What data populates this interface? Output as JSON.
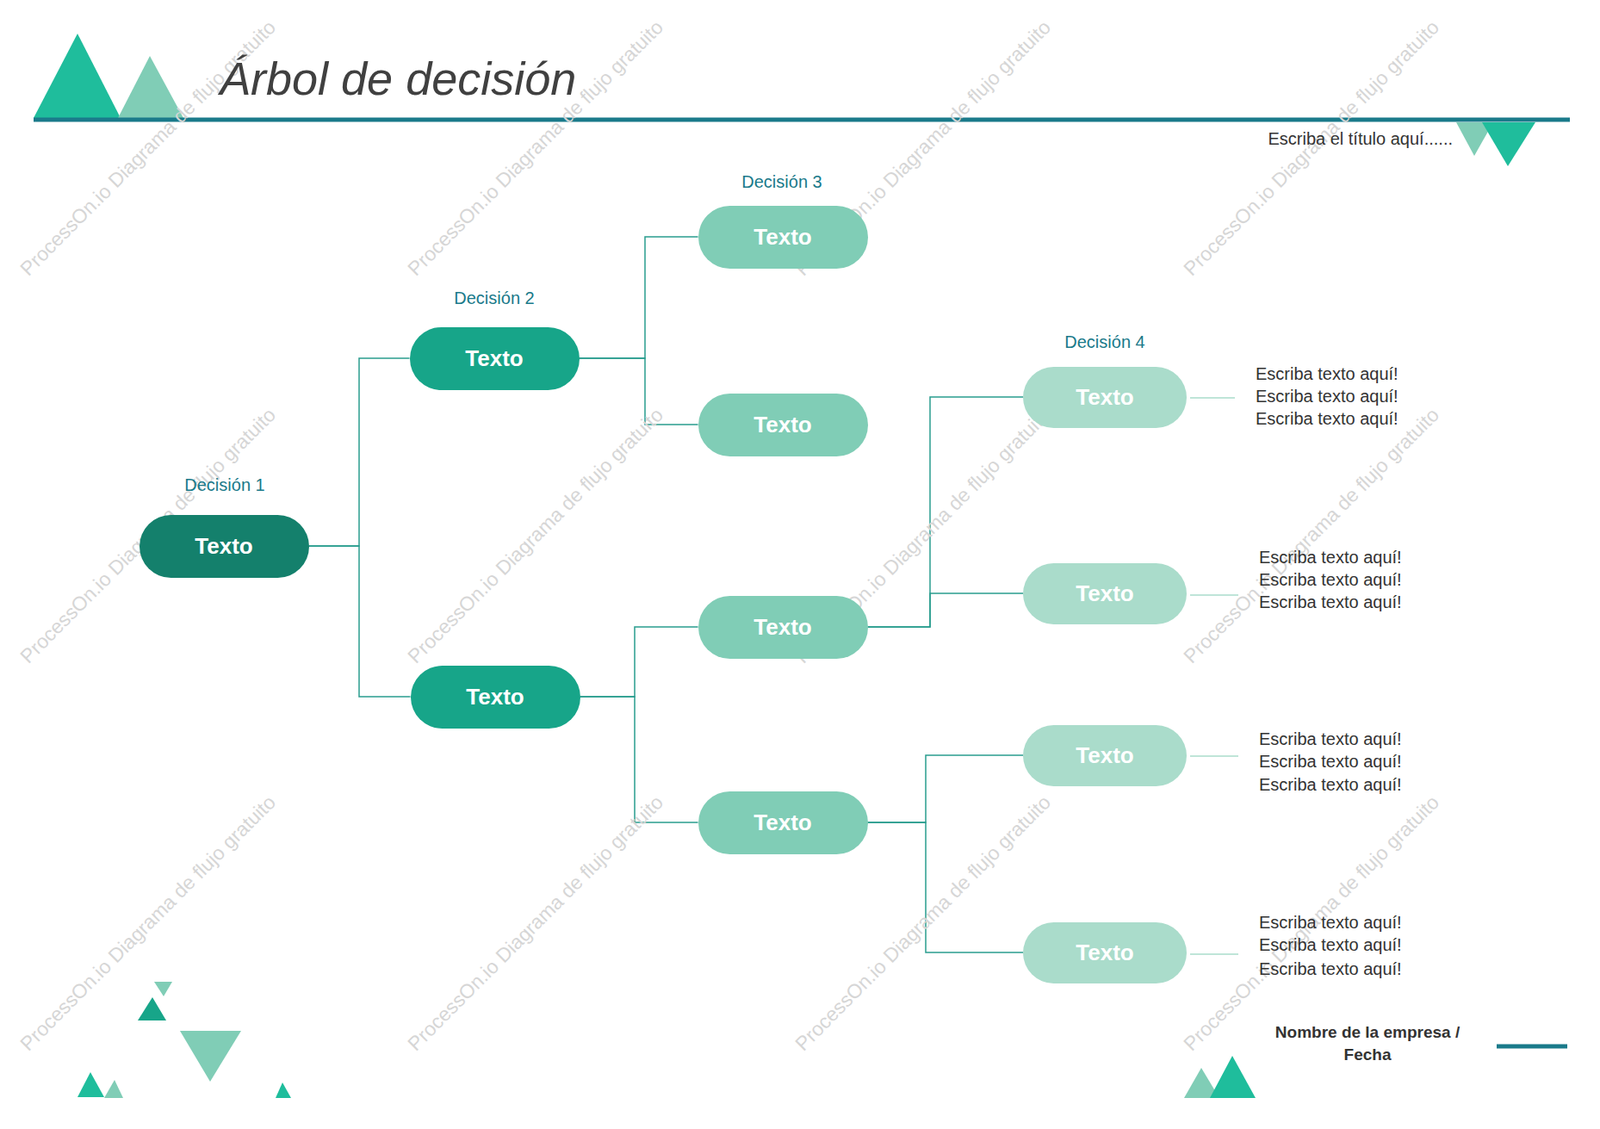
{
  "diagram": {
    "title": "Árbol de decisión",
    "nodes": [
      {
        "text": [
          "Texto"
        ]
      },
      {
        "text": [
          "Texto"
        ]
      },
      {
        "text": [
          "Texto"
        ]
      },
      {
        "text": [
          "Texto"
        ]
      },
      {
        "text": [
          "Texto"
        ]
      },
      {
        "text": [
          "Texto"
        ]
      },
      {
        "text": [
          "Texto"
        ]
      },
      {
        "text": [
          "Texto"
        ]
      },
      {
        "text": [
          "Texto"
        ]
      },
      {
        "text": [
          "Texto"
        ]
      },
      {
        "text": [
          "Texto"
        ]
      }
    ],
    "edges": [
      {
        "from": 0,
        "to": 1,
        "arrow": "none"
      },
      {
        "from": 0,
        "to": 2,
        "arrow": "none"
      },
      {
        "from": 1,
        "to": 3,
        "arrow": "none"
      },
      {
        "from": 1,
        "to": 4,
        "arrow": "none"
      },
      {
        "from": 2,
        "to": 5,
        "arrow": "none"
      },
      {
        "from": 2,
        "to": 6,
        "arrow": "none"
      },
      {
        "from": 5,
        "to": 7,
        "arrow": "none"
      },
      {
        "from": 5,
        "to": 8,
        "arrow": "none"
      },
      {
        "from": 6,
        "to": 9,
        "arrow": "none"
      },
      {
        "from": 6,
        "to": 10,
        "arrow": "none"
      }
    ],
    "labels": [
      "Escriba el título aquí......",
      "Decisión 1",
      "Decisión 2",
      "Decisión 3",
      "Decisión 4",
      "Escriba texto aquí!",
      "Escriba texto aquí!",
      "Escriba texto aquí!",
      "Escriba texto aquí!",
      "Escriba texto aquí!",
      "Escriba texto aquí!",
      "Escriba texto aquí!",
      "Escriba texto aquí!",
      "Escriba texto aquí!",
      "Escriba texto aquí!",
      "Escriba texto aquí!",
      "Escriba texto aquí!",
      "Nombre de la empresa / Fecha",
      "ProcessOn.io Diagrama de flujo gratuito",
      "ProcessOn.io Diagrama de flujo gratuito",
      "ProcessOn.io Diagrama de flujo gratuito",
      "ProcessOn.io Diagrama de flujo gratuito",
      "ProcessOn.io Diagrama de flujo gratuito",
      "ProcessOn.io Diagrama de flujo gratuito",
      "ProcessOn.io Diagrama de flujo gratuito",
      "ProcessOn.io Diagrama de flujo gratuito",
      "ProcessOn.io Diagrama de flujo gratuito",
      "ProcessOn.io Diagrama de flujo gratuito",
      "ProcessOn.io Diagrama de flujo gratuito",
      "ProcessOn.io Diagrama de flujo gratuito"
    ]
  }
}
